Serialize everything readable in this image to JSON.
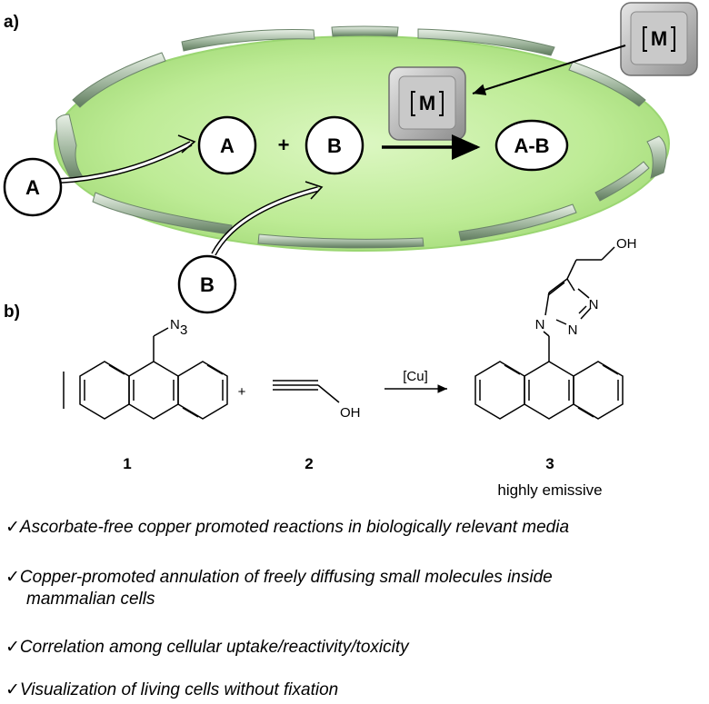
{
  "panel_a": {
    "label": "a)",
    "metal_label": "M",
    "outside_a": "A",
    "outside_b": "B",
    "inside_a": "A",
    "inside_b": "B",
    "plus": "+",
    "product": "A-B",
    "colors": {
      "cell_fill": "#b9ec8c",
      "cell_edge": "#8fd36a",
      "membrane": "#8fae8f",
      "metal_box": "#b8b8b8"
    }
  },
  "panel_b": {
    "label": "b)",
    "azide_N": "N",
    "azide_sub": "3",
    "plus": "+",
    "propargyl_OH": "OH",
    "catalyst": "[Cu]",
    "product_OH": "OH",
    "triazole_N1": "N",
    "triazole_N2": "N",
    "triazole_N3": "N",
    "compounds": [
      "1",
      "2",
      "3"
    ],
    "product_caption": "highly emissive"
  },
  "bullets": [
    {
      "check": "✓",
      "text": "Ascorbate-free copper promoted reactions in biologically relevant media"
    },
    {
      "check": "✓",
      "text": "Copper-promoted annulation of freely diffusing small molecules inside"
    },
    {
      "check": "",
      "text": "mammalian cells"
    },
    {
      "check": "✓",
      "text": "Correlation among cellular uptake/reactivity/toxicity"
    },
    {
      "check": "✓",
      "text": "Visualization of living cells without fixation"
    }
  ]
}
